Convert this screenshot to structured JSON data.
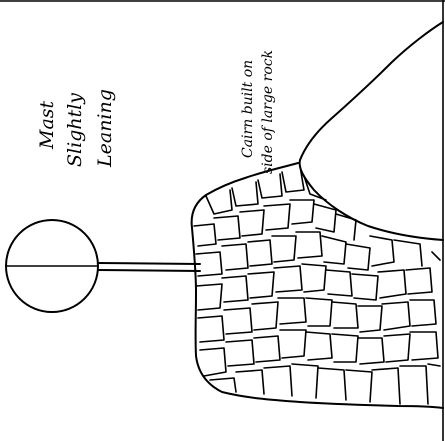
{
  "annotations": {
    "mast_line1": "Mast",
    "mast_line2": "Slightly",
    "mast_line3": "Leaning",
    "cairn_line1": "Cairn built on",
    "cairn_line2": "side of large rock"
  },
  "colors": {
    "ink": "#000000",
    "paper": "#ffffff"
  }
}
